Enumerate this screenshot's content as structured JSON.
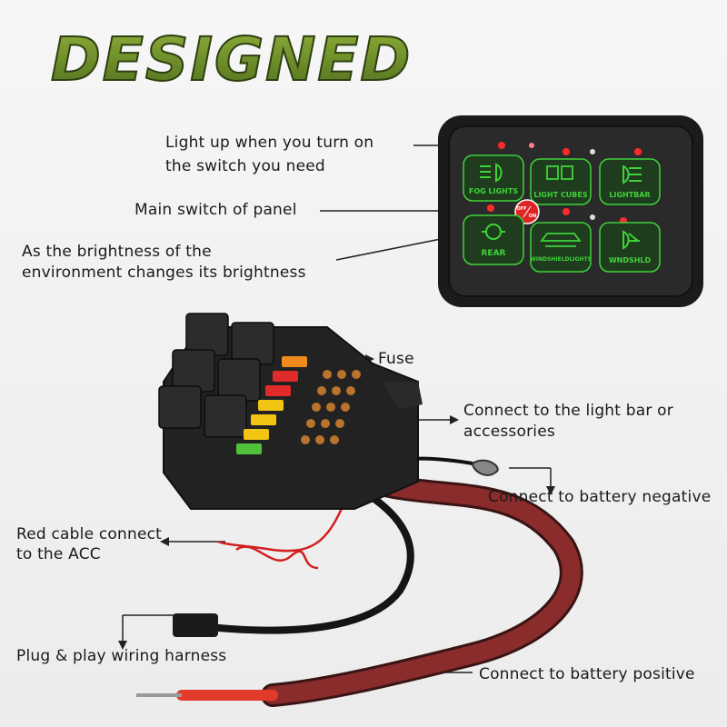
{
  "headline": "DESIGNED",
  "callouts": {
    "light_up_line1": "Light up when you turn on",
    "light_up_line2": "the switch you need",
    "main_switch": "Main switch of panel",
    "brightness_line1": "As the brightness of the",
    "brightness_line2": "environment changes its brightness",
    "fuse": "Fuse",
    "light_bar_line1": "Connect to the light bar or",
    "light_bar_line2": "accessories",
    "battery_negative": "Connect to battery negative",
    "red_cable_line1": "Red cable connect",
    "red_cable_line2": "to the ACC",
    "plug_play": "Plug & play wiring harness",
    "battery_positive": "Connect to battery positive"
  },
  "panel": {
    "buttons": [
      "FOG LIGHTS",
      "LIGHT CUBES",
      "LIGHTBAR",
      "REAR",
      "WINDSHIELDLIGHTS",
      "WNDSHLD"
    ],
    "main_switch_off": "OFF",
    "main_switch_on": "ON"
  },
  "colors": {
    "button_green": "#3fd23a",
    "indicator_red": "#ff2a2a",
    "headline_green": "#6b8f2a"
  },
  "icons": [
    "fog-light-icon",
    "light-cube-icon",
    "lightbar-icon",
    "rear-light-icon",
    "windshield-light-icon",
    "windshield-icon"
  ]
}
